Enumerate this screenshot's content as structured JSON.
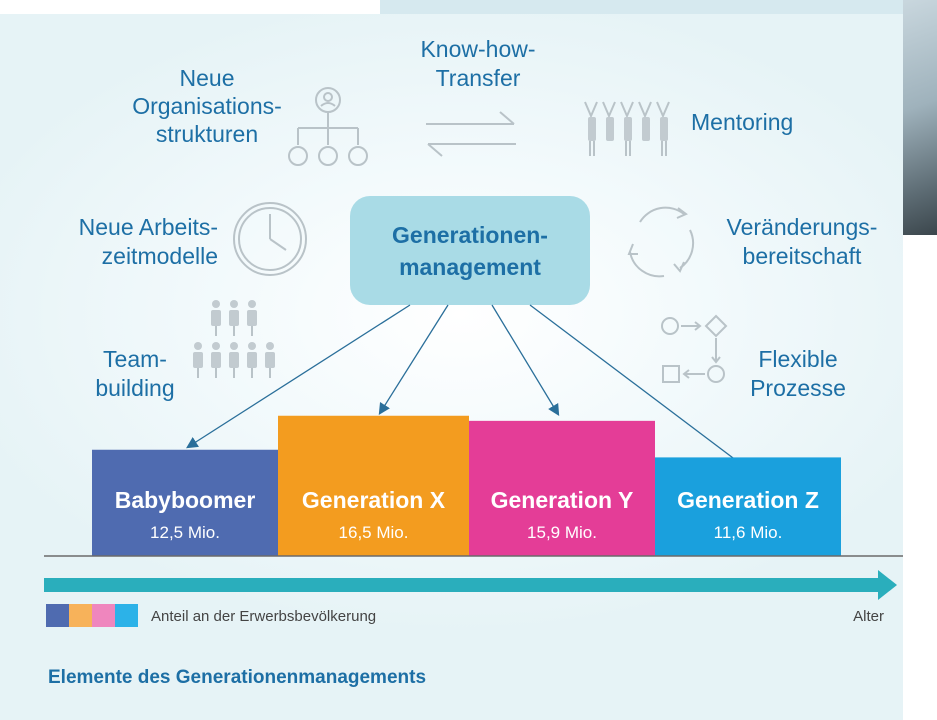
{
  "center": {
    "line1": "Generationen-",
    "line2": "management"
  },
  "elements": {
    "org": [
      "Neue",
      "Organisations-",
      "strukturen"
    ],
    "knowhow": [
      "Know-how-",
      "Transfer"
    ],
    "mentoring": "Mentoring",
    "arbeitszeit": [
      "Neue Arbeits-",
      "zeitmodelle"
    ],
    "veraenderung": [
      "Veränderungs-",
      "bereitschaft"
    ],
    "teambuilding": [
      "Team-",
      "building"
    ],
    "prozesse": [
      "Flexible",
      "Prozesse"
    ]
  },
  "generations": [
    {
      "name": "Babyboomer",
      "value": "12,5 Mio.",
      "millions": 12.5,
      "color": "#4f6bb0"
    },
    {
      "name": "Generation X",
      "value": "16,5 Mio.",
      "millions": 16.5,
      "color": "#f39c1f"
    },
    {
      "name": "Generation Y",
      "value": "15,9 Mio.",
      "millions": 15.9,
      "color": "#e43d97"
    },
    {
      "name": "Generation Z",
      "value": "11,6 Mio.",
      "millions": 11.6,
      "color": "#1aa0dd"
    }
  ],
  "legend_label": "Anteil an der Erwerbsbevölkerung",
  "axis_label": "Alter",
  "caption": "Elemente des Generationenmanagements",
  "colors": {
    "arrow": "#2aaebc",
    "text": "#1d6fa5",
    "center_box": "#a9dbe6",
    "connector": "#2a6f9a"
  },
  "icons": [
    "org-chart-icon",
    "exchange-arrows-icon",
    "mentoring-people-icon",
    "clock-icon",
    "cycle-arrows-icon",
    "team-people-icon",
    "process-flow-icon"
  ]
}
